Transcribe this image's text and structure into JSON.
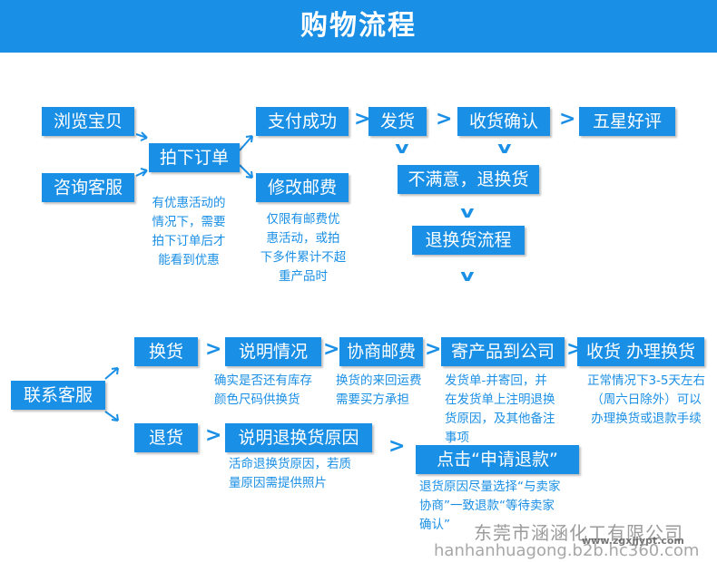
{
  "header": {
    "title": "购物流程",
    "bg_color": "#1a8fe6"
  },
  "accent_color": "#1a8fe6",
  "purchase": {
    "browse": "浏览宝贝",
    "consult": "咨询客服",
    "order": "拍下订单",
    "paid": "支付成功",
    "modify_shipping": "修改邮费",
    "ship": "发货",
    "receive": "收货确认",
    "review": "五星好评",
    "unsatisfied": "不满意，退换货",
    "return_flow": "退换货流程",
    "promo_note": [
      "有优惠活动的",
      "情况下，需要",
      "拍下订单后才",
      "能看到优惠"
    ],
    "postage_note": [
      "仅限有邮费优",
      "惠活动，或拍",
      "下多件累计不超",
      "重产品时"
    ]
  },
  "service": {
    "contact": "联系客服",
    "exchange": "换货",
    "explain": "说明情况",
    "negotiate_postage": "协商邮费",
    "send_product": "寄产品到公司",
    "process_exchange": "收货 办理换货",
    "refund": "退货",
    "explain_reason": "说明退换货原因",
    "apply_refund": "点击“申请退款”",
    "stock_note": [
      "确实是否还有库存",
      "颜色尺码供换货"
    ],
    "freight_note": [
      "换货的来回运费",
      "需要买方承担"
    ],
    "shipment_note": [
      "发货单-并寄回，并",
      "在发货单上注明退换",
      "货原因，及其他备注",
      "事项"
    ],
    "timing_note": [
      "正常情况下3-5天左右",
      "（周六日除外）可以",
      "办理换货或退款手续"
    ],
    "reason_note": [
      "活命退换货原因，若质",
      "量原因需提供照片"
    ],
    "refund_note": [
      "退货原因尽量选择“与卖家",
      "协商”一致退款“等待卖家",
      "确认”"
    ]
  },
  "watermark": {
    "company": "东莞市涵涵化工有限公司",
    "url": "hanhanhuagong.b2b.hc360.com",
    "site": "www.zgxjjypt.com"
  },
  "icons": {
    "right": "arrow-right-icon",
    "down": "arrow-down-icon"
  }
}
